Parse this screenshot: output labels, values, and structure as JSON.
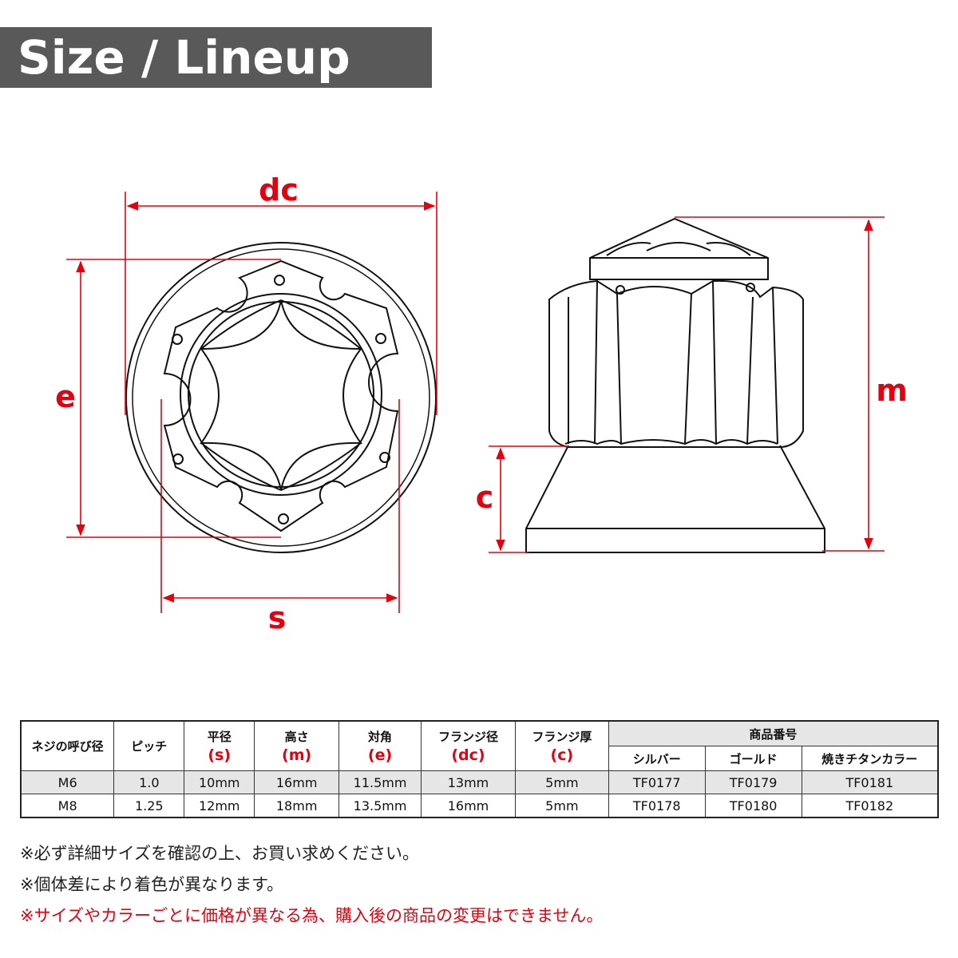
{
  "title": "Size / Lineup",
  "labels": {
    "dc": "dc",
    "e": "e",
    "s": "s",
    "c": "c",
    "m": "m"
  },
  "colors": {
    "accent": "#e3000f",
    "title_bar": "#595959"
  },
  "table": {
    "headers": {
      "diameter": "ネジの呼び径",
      "pitch": "ピッチ",
      "s": "平径",
      "s_sym": "(s)",
      "m": "高さ",
      "m_sym": "(m)",
      "e": "対角",
      "e_sym": "(e)",
      "dc": "フランジ径",
      "dc_sym": "(dc)",
      "c": "フランジ厚",
      "c_sym": "(c)",
      "product": "商品番号",
      "silver": "シルバー",
      "gold": "ゴールド",
      "burnt": "焼きチタンカラー"
    },
    "rows": [
      {
        "size": "M6",
        "pitch": "1.0",
        "s": "10mm",
        "m": "16mm",
        "e": "11.5mm",
        "dc": "13mm",
        "c": "5mm",
        "silver": "TF0177",
        "gold": "TF0179",
        "burnt": "TF0181"
      },
      {
        "size": "M8",
        "pitch": "1.25",
        "s": "12mm",
        "m": "18mm",
        "e": "13.5mm",
        "dc": "16mm",
        "c": "5mm",
        "silver": "TF0178",
        "gold": "TF0180",
        "burnt": "TF0182"
      }
    ]
  },
  "notes": [
    "※必ず詳細サイズを確認の上、お買い求めください。",
    "※個体差により着色が異なります。",
    "※サイズやカラーごとに価格が異なる為、購入後の商品の変更はできません。"
  ]
}
